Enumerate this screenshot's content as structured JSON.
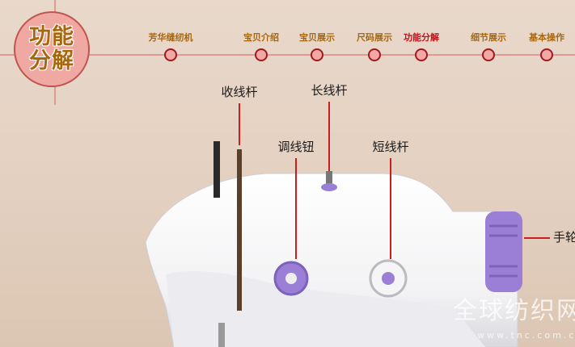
{
  "badge": {
    "line1": "功能",
    "line2": "分解"
  },
  "nav": [
    {
      "label": "芳华缝纫机",
      "active": false
    },
    {
      "label": "宝贝介绍",
      "active": false
    },
    {
      "label": "宝贝展示",
      "active": false
    },
    {
      "label": "尺码展示",
      "active": false
    },
    {
      "label": "功能分解",
      "active": true
    },
    {
      "label": "细节展示",
      "active": false
    },
    {
      "label": "基本操作",
      "active": false
    }
  ],
  "callouts": {
    "take_up_lever": "收线杆",
    "long_spool_pin": "长线杆",
    "tension_knob": "调线钮",
    "short_spool_pin": "短线杆",
    "handwheel": "手轮"
  },
  "watermark": {
    "text": "全球纺织网",
    "url": "www.tnc.com.cn"
  },
  "colors": {
    "accent": "#c81e1e",
    "nav_text": "#a8670c",
    "machine_purple": "#9b7fd6"
  }
}
